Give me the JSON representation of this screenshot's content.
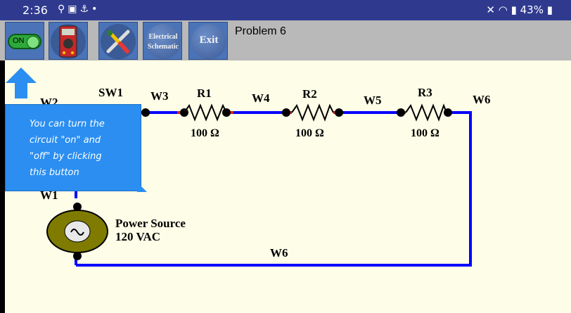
{
  "status_bar": {
    "time": "2:36",
    "left_icons": [
      "location-icon",
      "gallery-icon",
      "usb-icon",
      "dot-icon"
    ],
    "battery": "43%"
  },
  "toolbar": {
    "on_button_label": "ON",
    "buttons": [
      {
        "name": "power-toggle-button",
        "label": "ON"
      },
      {
        "name": "multimeter-button",
        "icon": "multimeter-icon"
      },
      {
        "name": "tools-button",
        "icon": "tools-icon"
      },
      {
        "name": "electrical-schematic-button",
        "line1": "Electrical",
        "line2": "Schematic"
      },
      {
        "name": "exit-button",
        "label": "Exit"
      }
    ],
    "electrical_line1": "Electrical",
    "electrical_line2": "Schematic",
    "exit_label": "Exit"
  },
  "problem_title": "Problem 6",
  "circuit": {
    "labels": {
      "w2": "W2",
      "sw1": "SW1",
      "w3": "W3",
      "r1": "R1",
      "w4": "W4",
      "r2": "R2",
      "w5": "W5",
      "r3": "R3",
      "w6_top": "W6",
      "w1": "W1",
      "w6_bottom": "W6"
    },
    "resistor_values": {
      "r1": "100 Ω",
      "r2": "100 Ω",
      "r3": "100 Ω"
    },
    "power_source": {
      "name": "Power Source",
      "rating": "120 VAC"
    }
  },
  "tooltip": {
    "text_lines": [
      "You can turn the",
      "circuit \"on\" and",
      "\"off\" by clicking",
      "this button"
    ]
  },
  "colors": {
    "status_bar": "#2f3a8f",
    "toolbar": "#b9b9b9",
    "canvas": "#fefee8",
    "wire": "#0000ff",
    "tooltip": "#2b8ef0",
    "power_source_fill": "#7e7b00"
  }
}
